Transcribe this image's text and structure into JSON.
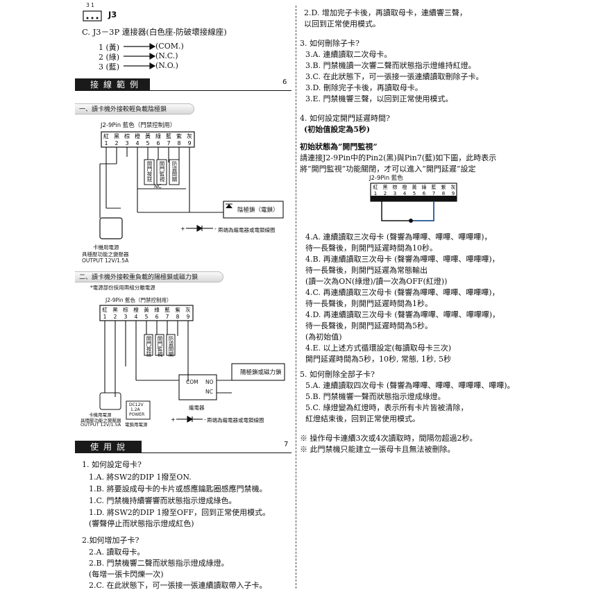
{
  "left": {
    "connector_caption": "J3",
    "connector_pins": "3   1",
    "c_heading": "C. J3－3P 連接器(白色座-防破壞接線座)",
    "pins": [
      {
        "left": "1 (黃)",
        "right": "(COM.)"
      },
      {
        "left": "2 (綠)",
        "right": "(N.C.)"
      },
      {
        "left": "3 (藍)",
        "right": "(N.O.)"
      }
    ],
    "section_wiring": {
      "title": "接線範例",
      "page": "6"
    },
    "diagram1": {
      "pill": "一、讀卡機外接較輕負載陰極鎖",
      "connector_title": "J2-9Pin 藍色（門禁控制用）",
      "colors": [
        "紅",
        "黑",
        "棕",
        "橙",
        "黃",
        "綠",
        "藍",
        "紫",
        "灰"
      ],
      "numbers": [
        "1",
        "2",
        "3",
        "4",
        "5",
        "6",
        "7",
        "8",
        "9"
      ],
      "switches": [
        "開門按鈕",
        "開門監視",
        "防盜開關"
      ],
      "nc": "NC",
      "lock_label": "陰極鎖（電鎖）",
      "diode_note": "兩端為繼電器或電鎖線圈",
      "psu_lines": [
        "卡機用電源",
        "具穩壓功能之變壓器",
        "OUTPUT 12V/1.5A"
      ]
    },
    "diagram2": {
      "pill": "二、讀卡機外接較重負載的陽極鎖或磁力鎖",
      "subnote": "*電源部份採用兩組分離電源",
      "connector_title": "J2-9Pin 藍色（門禁控制用）",
      "lock_label": "陽極鎖或磁力鎖",
      "relay_label": "繼電器",
      "relay_terms": [
        "COM",
        "NO",
        "NC"
      ],
      "power_box": [
        "DC12V",
        "1.2A",
        "POWER"
      ],
      "psu_lines": [
        "卡機用電源",
        "具穩壓功能之變壓器",
        "OUTPUT 12V/1.5A"
      ],
      "lock_psu": "電鎖用電源",
      "diode_note": "兩端為繼電器或電鎖線圈"
    },
    "section_usage": {
      "title": "使用說明",
      "page": "7"
    },
    "q1": {
      "title": "1. 如何設定母卡?",
      "items": [
        "1.A. 將SW2的DIP 1撥至ON.",
        "1.B. 將要設成母卡的卡片或感應鑰匙圈感應門禁機。",
        "1.C.  門禁機持續響響而狀態指示燈成綠色。",
        "1.D. 將SW2的DIP 1撥至OFF，回到正常使用模式。",
        "       (響聲停止而狀態指示燈成紅色)"
      ]
    },
    "q2": {
      "title": "2.如何增加子卡?",
      "items": [
        "2.A. 讀取母卡。",
        "2.B. 門禁機響二聲而狀態指示燈成綠燈。",
        "       (每增一張卡閃爍一次)",
        "2.C. 在此狀態下，可一張接一張連續讀取帶入子卡。"
      ]
    }
  },
  "right": {
    "cont_2d": [
      "2.D. 增加完子卡後，再讀取母卡，連續響三聲，",
      "       以回到正常使用模式。"
    ],
    "q3": {
      "title": "3. 如何刪除子卡?",
      "items": [
        "3.A. 連續讀取二次母卡。",
        "3.B. 門禁機讀一次響二聲而狀態指示燈維持紅燈。",
        "3.C. 在此狀態下，可一張接一張連續讀取刪除子卡。",
        "3.D. 刪除完子卡後，再讀取母卡。",
        "3.E. 門禁機響三聲，以回到正常使用模式。"
      ]
    },
    "q4": {
      "title": "4. 如何設定開門延遲時間?",
      "sub": "(初始值設定為5秒)"
    },
    "monitor": {
      "title": "初始狀態為”開門監視”",
      "line1": "請連接J2-9Pin中的Pin2(黑)與Pin7(藍)如下圖，此時表示",
      "line2": "將”開門監視”功能關閉，才可以進入”開門延遲”設定",
      "connector_title": "J2-9Pin 藍色",
      "colors": [
        "紅",
        "黑",
        "棕",
        "橙",
        "黃",
        "綠",
        "藍",
        "紫",
        "灰"
      ],
      "numbers": [
        "1",
        "2",
        "3",
        "4",
        "5",
        "6",
        "7",
        "8",
        "9"
      ]
    },
    "q4_items": [
      "4.A. 連續讀取三次母卡 (聲響為嗶嗶、嗶嗶、嗶嗶嗶)，",
      "        待一長聲後，則開門延遲時間為10秒。",
      "4.B. 再連續讀取三次母卡 (聲響為嗶嗶、嗶嗶、嗶嗶嗶)，",
      "        待一長聲後，則開門延遲為常態輸出",
      "        (讀一次為ON(綠燈)/讀一次為OFF(紅燈))",
      "4.C. 再連續讀取三次母卡 (聲響為嗶嗶、嗶嗶、嗶嗶嗶)，",
      "         待一長聲後，則開門延遲時間為1秒。",
      "4.D. 再連續讀取三次母卡 (聲響為嗶嗶、嗶嗶、嗶嗶嗶)，",
      "         待一長聲後，則開門延遲時間為5秒。",
      "         (為初始值)",
      "4.E. 以上述方式循環設定(每讀取母卡三次)",
      "       開門延遲時間為5秒，10秒, 常態, 1秒, 5秒"
    ],
    "q5": {
      "title": "5. 如何刪除全部子卡?",
      "items": [
        "5.A. 連續讀取四次母卡 (聲響為嗶嗶、嗶嗶、嗶嗶嗶、嗶嗶)。",
        "5.B. 門禁機響一聲而狀態指示燈成綠燈。",
        "5.C. 綠燈變為紅燈時，表示所有卡片皆被清除，",
        "        紅燈結束後，回到正常使用模式。"
      ]
    },
    "notes": [
      "※ 操作母卡連續3次或4次讀取時，間隔勿超過2秒。",
      "※ 此門禁機只能建立一張母卡且無法被刪除。"
    ]
  }
}
